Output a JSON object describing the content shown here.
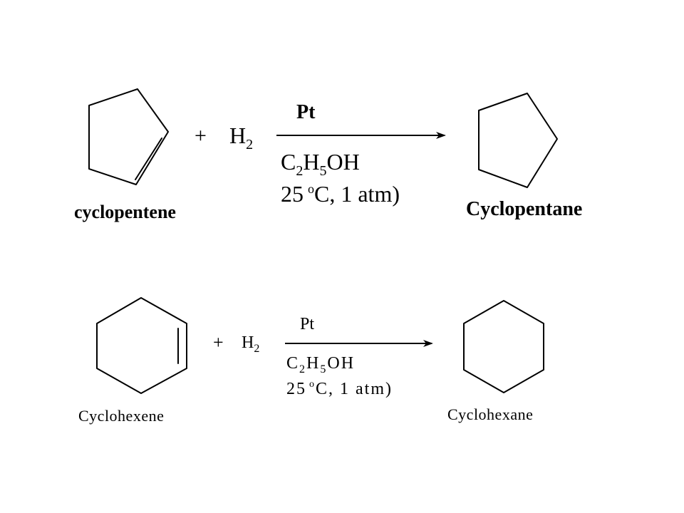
{
  "colors": {
    "catalyst": "#ff0000",
    "pentane_names": "#0000ff",
    "hexane_names": "#9900ff",
    "structure": "#000000"
  },
  "reaction_1": {
    "plus": "+",
    "reagent_H": "H",
    "reagent_H_sub": "2",
    "catalyst": "Pt",
    "solvent": {
      "C": "C",
      "C_sub": "2",
      "H": "H",
      "H_sub": "5",
      "OH": "OH"
    },
    "conditions": {
      "temp": "25",
      "deg": "o",
      "rest": "C, 1 atm)"
    },
    "reactant_name": "cyclopentene",
    "product_name": "Cyclopentane"
  },
  "reaction_2": {
    "plus": "+",
    "reagent_H": "H",
    "reagent_H_sub": "2",
    "catalyst": "Pt",
    "solvent": {
      "C": "C",
      "C_sub": "2",
      "H": "H",
      "H_sub": "5",
      "OH": "OH"
    },
    "conditions": {
      "temp": "25",
      "deg": "o",
      "rest": "C, 1 atm)"
    },
    "reactant_name": "Cyclohexene",
    "product_name": "Cyclohexane"
  }
}
